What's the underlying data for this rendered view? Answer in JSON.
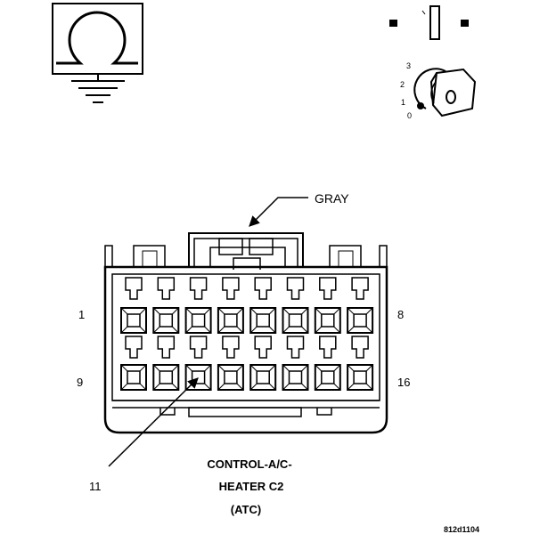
{
  "connector": {
    "color_label": "GRAY",
    "name_lines": [
      "CONTROL-A/C-",
      "HEATER C2",
      "(ATC)"
    ],
    "pin_labels": {
      "top_left": "1",
      "top_right": "8",
      "bottom_left": "9",
      "bottom_right": "16"
    },
    "callout_pin": "11",
    "pins_per_row": 8,
    "rows": 2,
    "highlighted_pin": 11
  },
  "ignition_switch": {
    "positions": [
      "3",
      "2",
      "1",
      "0"
    ],
    "key_mark": "0"
  },
  "figure_id": "812d1104",
  "colors": {
    "ink": "#000000",
    "background": "#ffffff"
  }
}
